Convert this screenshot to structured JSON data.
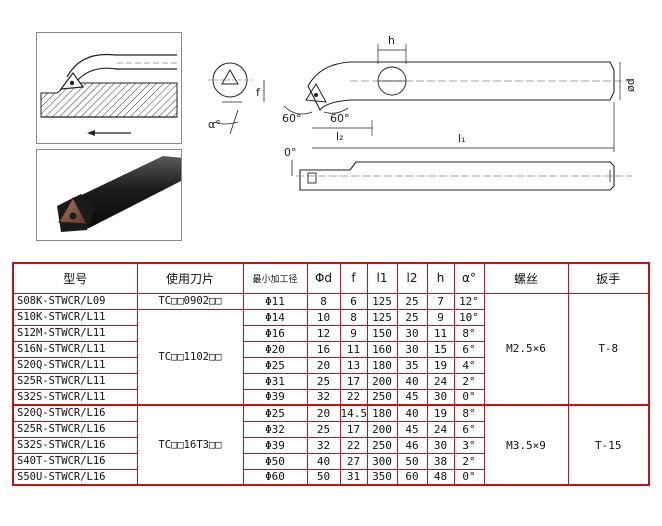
{
  "diagram": {
    "labels": {
      "h": "h",
      "d": "ød",
      "f": "f",
      "l1": "l₁",
      "l2": "l₂",
      "angle_60_left": "60°",
      "angle_60_right": "60°",
      "angle_0": "0°",
      "alpha": "α°"
    }
  },
  "table": {
    "headers": {
      "model": "型号",
      "insert": "使用刀片",
      "min_bore": "最小加工径",
      "phi_d": "Φd",
      "f": "f",
      "l1": "l1",
      "l2": "l2",
      "h": "h",
      "alpha": "α°",
      "screw": "螺丝",
      "wrench": "扳手"
    },
    "rows": [
      {
        "model": "S08K-STWCR/L09",
        "min_bore": "Φ11",
        "d": "8",
        "f": "6",
        "l1": "125",
        "l2": "25",
        "h": "7",
        "alpha": "12°"
      },
      {
        "model": "S10K-STWCR/L11",
        "min_bore": "Φ14",
        "d": "10",
        "f": "8",
        "l1": "125",
        "l2": "25",
        "h": "9",
        "alpha": "10°"
      },
      {
        "model": "S12M-STWCR/L11",
        "min_bore": "Φ16",
        "d": "12",
        "f": "9",
        "l1": "150",
        "l2": "30",
        "h": "11",
        "alpha": "8°"
      },
      {
        "model": "S16N-STWCR/L11",
        "min_bore": "Φ20",
        "d": "16",
        "f": "11",
        "l1": "160",
        "l2": "30",
        "h": "15",
        "alpha": "6°"
      },
      {
        "model": "S20Q-STWCR/L11",
        "min_bore": "Φ25",
        "d": "20",
        "f": "13",
        "l1": "180",
        "l2": "35",
        "h": "19",
        "alpha": "4°"
      },
      {
        "model": "S25R-STWCR/L11",
        "min_bore": "Φ31",
        "d": "25",
        "f": "17",
        "l1": "200",
        "l2": "40",
        "h": "24",
        "alpha": "2°"
      },
      {
        "model": "S32S-STWCR/L11",
        "min_bore": "Φ39",
        "d": "32",
        "f": "22",
        "l1": "250",
        "l2": "45",
        "h": "30",
        "alpha": "0°"
      },
      {
        "model": "S20Q-STWCR/L16",
        "min_bore": "Φ25",
        "d": "20",
        "f": "14.5",
        "l1": "180",
        "l2": "40",
        "h": "19",
        "alpha": "8°"
      },
      {
        "model": "S25R-STWCR/L16",
        "min_bore": "Φ32",
        "d": "25",
        "f": "17",
        "l1": "200",
        "l2": "45",
        "h": "24",
        "alpha": "6°"
      },
      {
        "model": "S32S-STWCR/L16",
        "min_bore": "Φ39",
        "d": "32",
        "f": "22",
        "l1": "250",
        "l2": "46",
        "h": "30",
        "alpha": "3°"
      },
      {
        "model": "S40T-STWCR/L16",
        "min_bore": "Φ50",
        "d": "40",
        "f": "27",
        "l1": "300",
        "l2": "50",
        "h": "38",
        "alpha": "2°"
      },
      {
        "model": "S50U-STWCR/L16",
        "min_bore": "Φ60",
        "d": "50",
        "f": "31",
        "l1": "350",
        "l2": "60",
        "h": "48",
        "alpha": "0°"
      }
    ],
    "inserts": {
      "g1": "TC□□0902□□",
      "g2": "TC□□1102□□",
      "g3": "TC□□16T3□□"
    },
    "screws": {
      "g1": "M2.5×6",
      "g2": "M3.5×9"
    },
    "wrenches": {
      "g1": "T-8",
      "g2": "T-15"
    }
  }
}
